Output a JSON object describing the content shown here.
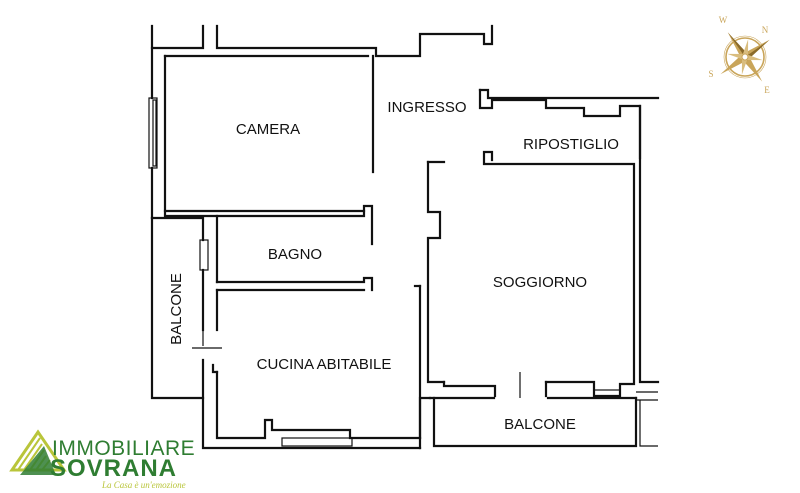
{
  "rooms": {
    "camera": "CAMERA",
    "ingresso": "INGRESSO",
    "ripostiglio": "RIPOSTIGLIO",
    "bagno": "BAGNO",
    "soggiorno": "SOGGIORNO",
    "balcone_left": "BALCONE",
    "cucina": "CUCINA ABITABILE",
    "balcone_bottom": "BALCONE"
  },
  "compass": {
    "north": "N",
    "south": "S",
    "east": "E",
    "west": "W",
    "color": "#c9a55a"
  },
  "logo": {
    "line1": "IMMOBILIARE",
    "line2": "SOVRANA",
    "tagline": "La Casa è un'emozione",
    "color_primary": "#2f7d32",
    "color_secondary": "#b9c53a"
  }
}
